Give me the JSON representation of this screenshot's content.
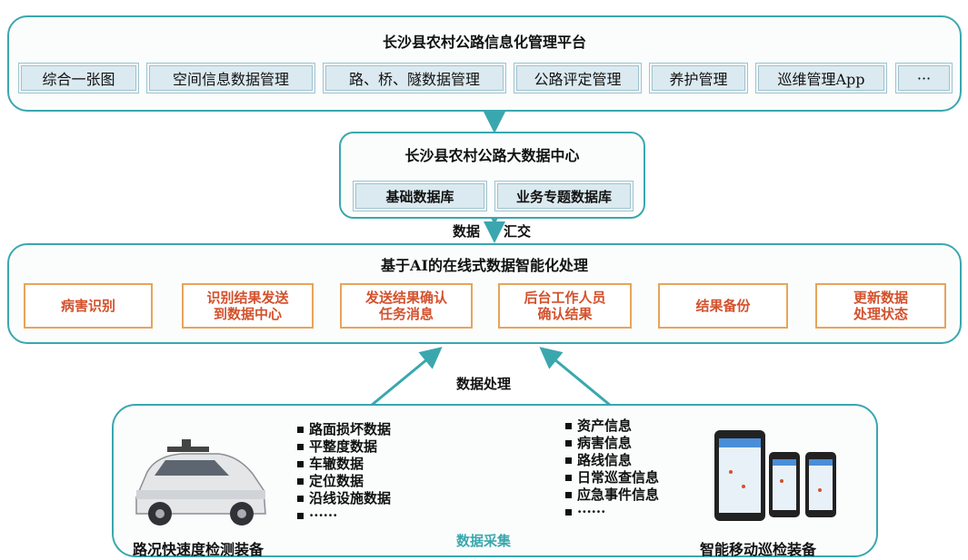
{
  "platform": {
    "title": "长沙县农村公路信息化管理平台",
    "modules": [
      "综合一张图",
      "空间信息数据管理",
      "路、桥、隧数据管理",
      "公路评定管理",
      "养护管理",
      "巡维管理App",
      "···"
    ]
  },
  "datacenter": {
    "title": "长沙县农村公路大数据中心",
    "dbs": [
      "基础数据库",
      "业务专题数据库"
    ]
  },
  "link_labels": {
    "data": "数据",
    "exchange": "汇交",
    "processing": "数据处理"
  },
  "ai": {
    "title": "基于AI的在线式数据智能化处理",
    "steps": [
      {
        "line1": "病害识别",
        "line2": ""
      },
      {
        "line1": "识别结果发送",
        "line2": "到数据中心"
      },
      {
        "line1": "发送结果确认",
        "line2": "任务消息"
      },
      {
        "line1": "后台工作人员",
        "line2": "确认结果"
      },
      {
        "line1": "结果备份",
        "line2": ""
      },
      {
        "line1": "更新数据",
        "line2": "处理状态"
      }
    ]
  },
  "collection": {
    "left_items": [
      "路面损坏数据",
      "平整度数据",
      "车辙数据",
      "定位数据",
      "沿线设施数据",
      "······"
    ],
    "right_items": [
      "资产信息",
      "病害信息",
      "路线信息",
      "日常巡查信息",
      "应急事件信息",
      "······"
    ],
    "left_device": "路况快速度检测装备",
    "right_device": "智能移动巡检装备",
    "center_label": "数据采集"
  },
  "colors": {
    "teal": "#3aa7ae",
    "orange": "#e7a45a",
    "red_text": "#d3512d",
    "module_bg": "#dbeaf0"
  }
}
